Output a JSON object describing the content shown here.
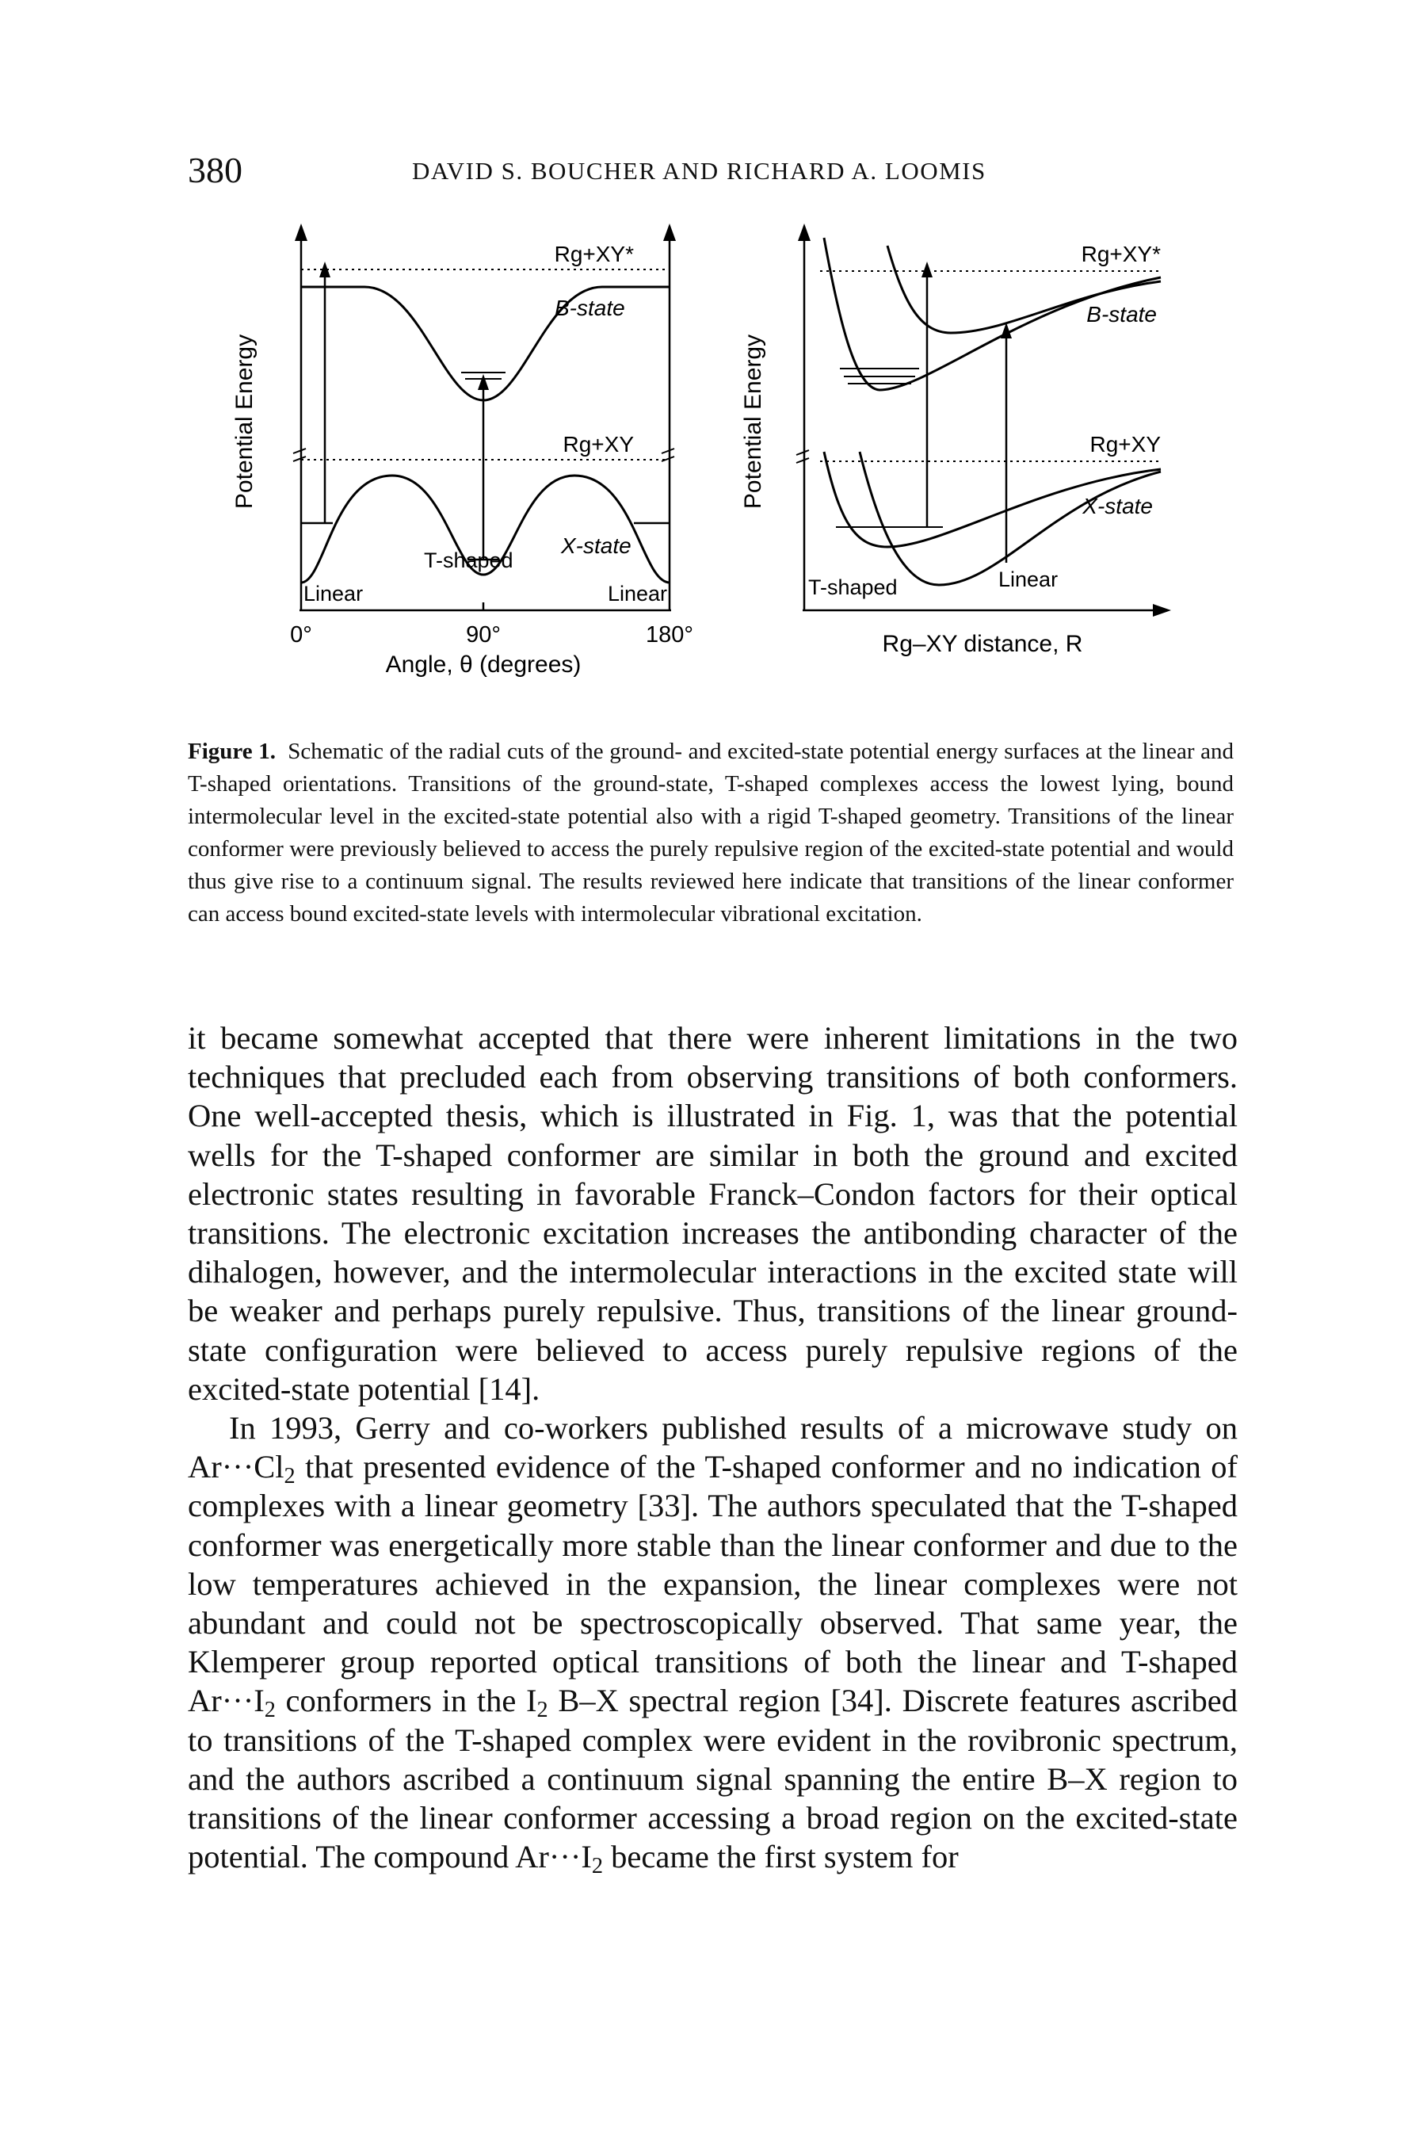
{
  "header": {
    "page_number": "380",
    "running_head": "DAVID S. BOUCHER AND RICHARD A. LOOMIS"
  },
  "figure": {
    "left_panel": {
      "y_axis_label": "Potential Energy",
      "x_axis_label": "Angle, θ (degrees)",
      "x_ticks": [
        "0°",
        "90°",
        "180°"
      ],
      "upper_asymptote": "Rg+XY*",
      "upper_state": "B-state",
      "lower_asymptote": "Rg+XY",
      "lower_state": "X-state",
      "label_tshaped": "T-shaped",
      "label_linear_left": "Linear",
      "label_linear_right": "Linear"
    },
    "right_panel": {
      "y_axis_label": "Potential Energy",
      "x_axis_label": "Rg–XY distance, R",
      "upper_asymptote": "Rg+XY*",
      "upper_state": "B-state",
      "lower_asymptote": "Rg+XY",
      "lower_state": "X-state",
      "label_tshaped": "T-shaped",
      "label_linear": "Linear"
    }
  },
  "caption": {
    "label": "Figure 1.",
    "text": "Schematic of the radial cuts of the ground- and excited-state potential energy surfaces at the linear and T-shaped orientations. Transitions of the ground-state, T-shaped complexes access the lowest lying, bound intermolecular level in the excited-state potential also with a rigid T-shaped geometry. Transitions of the linear conformer were previously believed to access the purely repulsive region of the excited-state potential and would thus give rise to a continuum signal. The results reviewed here indicate that transitions of the linear conformer can access bound excited-state levels with intermolecular vibrational excitation."
  },
  "body": {
    "p1": "it became somewhat accepted that there were inherent limitations in the two techniques that precluded each from observing transitions of both conformers. One well-accepted thesis, which is illustrated in Fig. 1, was that the potential wells for the T-shaped conformer are similar in both the ground and excited electronic states resulting in favorable Franck–Condon factors for their optical transitions. The electronic excitation increases the antibonding character of the dihalogen, however, and the intermolecular interactions in the excited state will be weaker and perhaps purely repulsive. Thus, transitions of the linear ground-state configuration were believed to access purely repulsive regions of the excited-state potential [14].",
    "p2": {
      "s1": "In 1993, Gerry and co-workers published results of a microwave study on Ar···Cl",
      "sub1": "2",
      "s2": " that presented evidence of the T-shaped conformer and no indication of complexes with a linear geometry [33]. The authors speculated that the T-shaped conformer was energetically more stable than the linear conformer and due to the low temperatures achieved in the expansion, the linear complexes were not abundant and could not be spectroscopically observed. That same year, the Klemperer group reported optical transitions of both the linear and T-shaped Ar···I",
      "sub2": "2",
      "s3": " conformers in the I",
      "sub3": "2",
      "s4": " B–X spectral region [34]. Discrete features ascribed to transitions of the T-shaped complex were evident in the rovibronic spectrum, and the authors ascribed a continuum signal spanning the entire B–X region to transitions of the linear conformer accessing a broad region on the excited-state potential. The compound Ar···I",
      "sub4": "2",
      "s5": " became the first system for"
    }
  }
}
